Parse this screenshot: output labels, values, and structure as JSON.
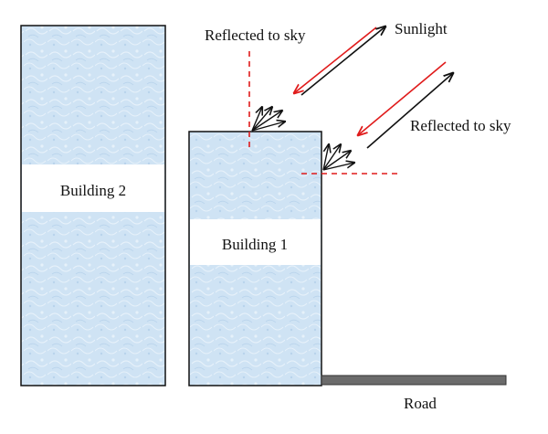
{
  "labels": {
    "building_2": "Building 2",
    "building_1": "Building 1",
    "road": "Road",
    "sunlight": "Sunlight",
    "reflected_top": "Reflected to sky",
    "reflected_side": "Reflected to sky"
  },
  "colors": {
    "building_fill": "#cfe3f4",
    "building_pattern": "#e8f2fb",
    "building_outline": "#111111",
    "label_band": "#ffffff",
    "road": "#6b6b6b",
    "sunlight_arrow": "#e01b1b",
    "reflected_arrow": "#111111",
    "normal_line": "#e01b1b"
  }
}
